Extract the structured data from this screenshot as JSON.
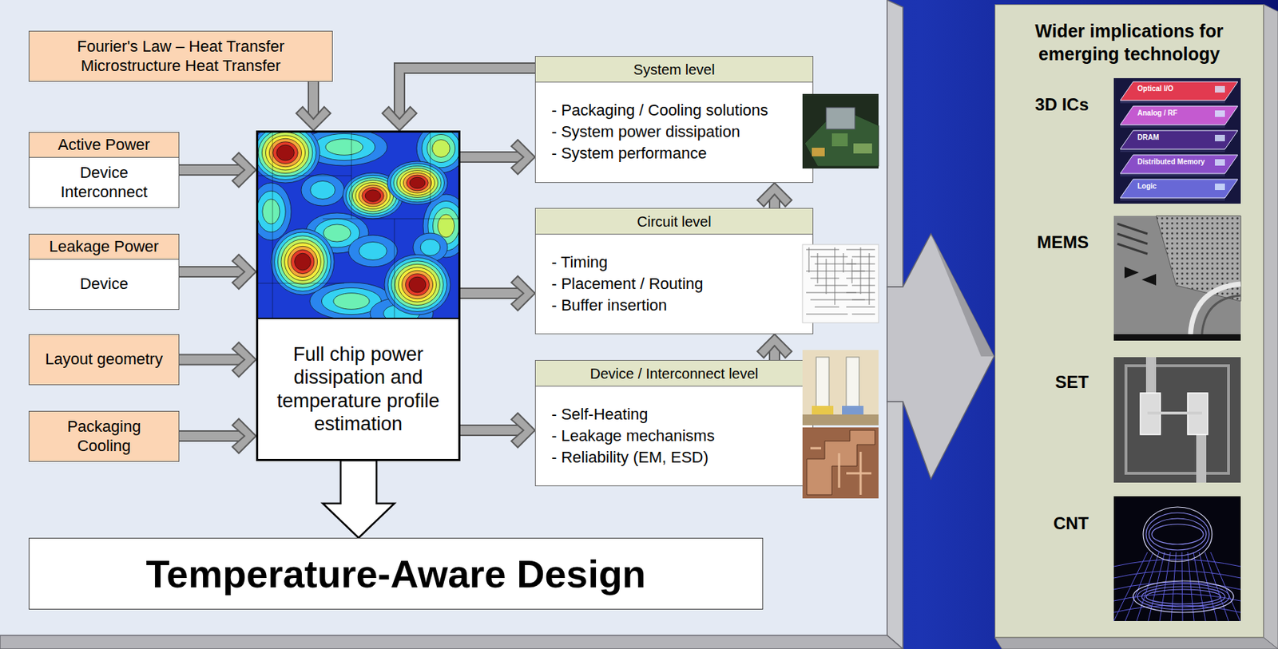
{
  "diagram": {
    "nodes": [
      {
        "text": [
          "Fourier's Law – Heat Transfer Microstructure Heat Transfer"
        ]
      },
      {
        "text": [
          "Active Power",
          "Device Interconnect"
        ]
      },
      {
        "text": [
          "Leakage Power",
          "Device"
        ]
      },
      {
        "text": [
          "Layout geometry"
        ]
      },
      {
        "text": [
          "Packaging Cooling"
        ]
      },
      {
        "text": [
          "Full chip power dissipation and temperature profile estimation"
        ]
      },
      {
        "text": [
          "System level",
          "- Packaging / Cooling solutions",
          "- System power dissipation",
          "- System performance"
        ]
      },
      {
        "text": [
          "Circuit level",
          "- Timing",
          "- Placement / Routing",
          "- Buffer insertion"
        ]
      },
      {
        "text": [
          "Device / Interconnect level",
          "- Self-Heating",
          "- Leakage mechanisms",
          "- Reliability (EM, ESD)"
        ]
      },
      {
        "text": [
          "Temperature-Aware Design"
        ]
      },
      {
        "text": [
          "Wider implications for emerging technology"
        ]
      }
    ],
    "edges": [
      {
        "from": 0,
        "to": 5,
        "arrow": "to"
      },
      {
        "from": 6,
        "to": 5,
        "arrow": "to"
      },
      {
        "from": 1,
        "to": 5,
        "arrow": "to"
      },
      {
        "from": 2,
        "to": 5,
        "arrow": "to"
      },
      {
        "from": 3,
        "to": 5,
        "arrow": "to"
      },
      {
        "from": 4,
        "to": 5,
        "arrow": "to"
      },
      {
        "from": 5,
        "to": 6,
        "arrow": "to"
      },
      {
        "from": 5,
        "to": 7,
        "arrow": "to"
      },
      {
        "from": 5,
        "to": 8,
        "arrow": "to"
      },
      {
        "from": 8,
        "to": 7,
        "arrow": "to"
      },
      {
        "from": 7,
        "to": 6,
        "arrow": "to"
      },
      {
        "from": 5,
        "to": 9,
        "arrow": "to"
      }
    ],
    "labels": [
      "3D ICs",
      "MEMS",
      "SET",
      "CNT",
      "Optical I/O",
      "Analog / RF",
      "DRAM",
      "Distributed Memory",
      "Logic"
    ]
  }
}
